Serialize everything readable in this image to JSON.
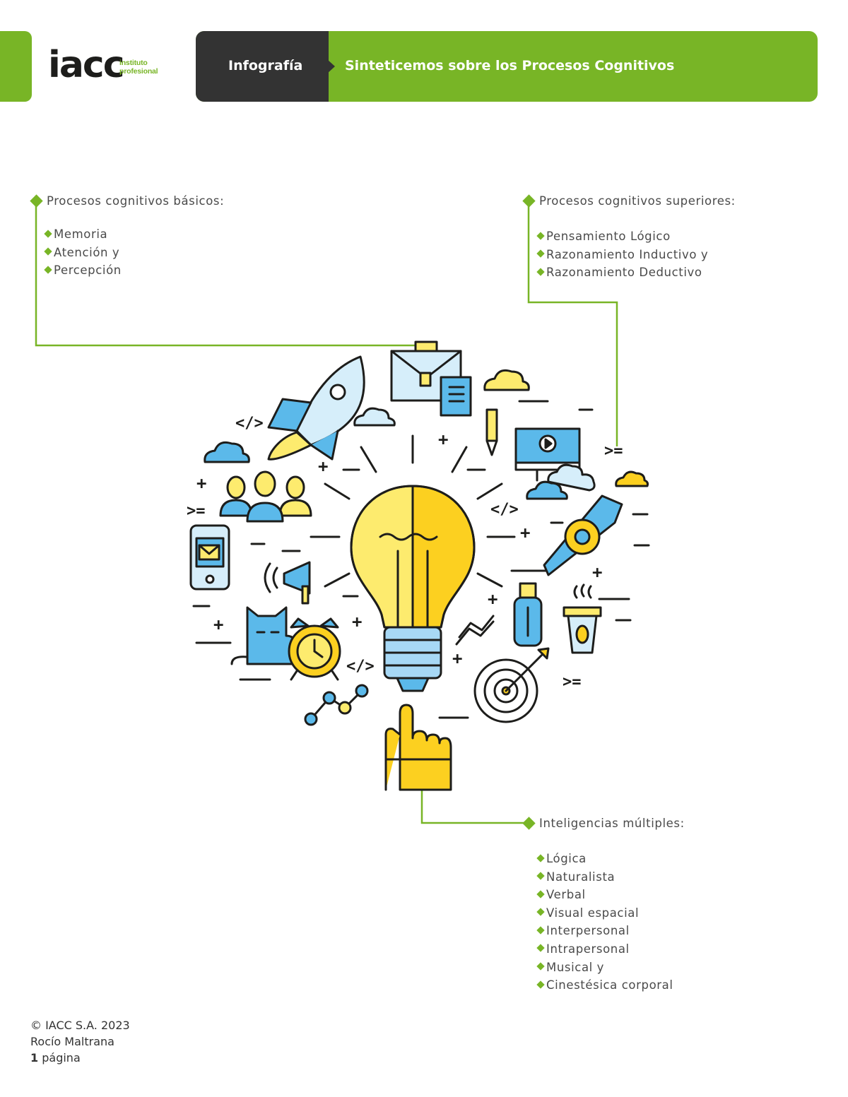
{
  "header": {
    "logo_text": "iacc",
    "logo_sub_1": "instituto",
    "logo_sub_2": "profesional",
    "section_label": "Infografía",
    "title": "Sinteticemos sobre los Procesos Cognitivos"
  },
  "basic": {
    "heading": "Procesos cognitivos básicos:",
    "items": [
      "Memoria",
      "Atención y",
      "Percepción"
    ]
  },
  "superior": {
    "heading": "Procesos cognitivos superiores:",
    "items": [
      "Pensamiento Lógico",
      "Razonamiento Inductivo y",
      "Razonamiento Deductivo"
    ]
  },
  "multiple": {
    "heading": "Inteligencias múltiples:",
    "items": [
      "Lógica",
      "Naturalista",
      "Verbal",
      "Visual espacial",
      "Interpersonal",
      "Intrapersonal",
      "Musical y",
      "Cinestésica corporal"
    ]
  },
  "illustration": {
    "code_tag": "</>",
    "gte": ">=",
    "plus": "+"
  },
  "footer": {
    "copyright": "© IACC S.A. 2023",
    "author": "Rocío Maltrana",
    "pages_num": "1",
    "pages_label": "página"
  },
  "colors": {
    "green": "#78b526",
    "dark": "#333333",
    "blue": "#5bb9ea",
    "yellow": "#fde74c",
    "lightblue": "#d6eefa"
  }
}
